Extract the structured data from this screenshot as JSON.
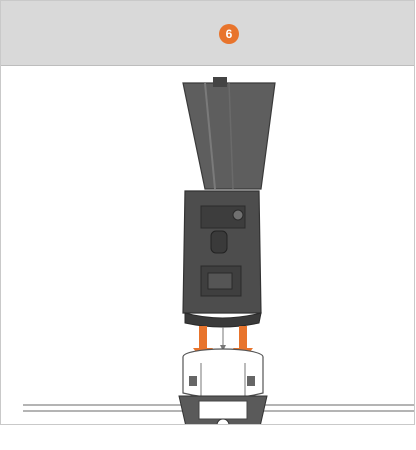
{
  "step": {
    "number": "6",
    "accent_color": "#e8742c"
  },
  "illustration": {
    "description_icon": "camera-mount-insertion-diagram",
    "parts": [
      "lens-shroud",
      "camera-body",
      "mount-base",
      "ceiling-line",
      "insert-arrows"
    ]
  }
}
